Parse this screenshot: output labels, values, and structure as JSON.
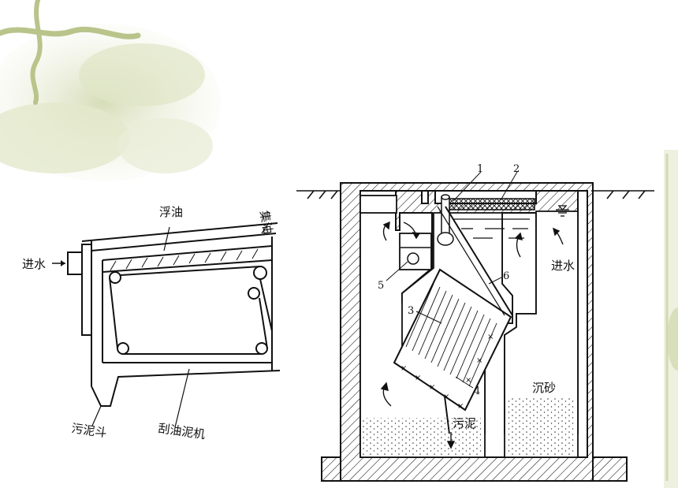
{
  "left_diagram": {
    "float_oil": "浮油",
    "collect_oil": "集油",
    "inlet": "进水",
    "sludge_hopper": "污泥斗",
    "scraper": "刮油泥机"
  },
  "right_diagram": {
    "n1": "1",
    "n2": "2",
    "n3": "3",
    "n4": "4",
    "n5": "5",
    "n6": "6",
    "inlet": "进水",
    "sand": "沉砂",
    "sludge": "污泥"
  },
  "colors": {
    "decor_green": "#c9d3a6",
    "decor_light": "#e7ecd4",
    "line": "#111111"
  }
}
